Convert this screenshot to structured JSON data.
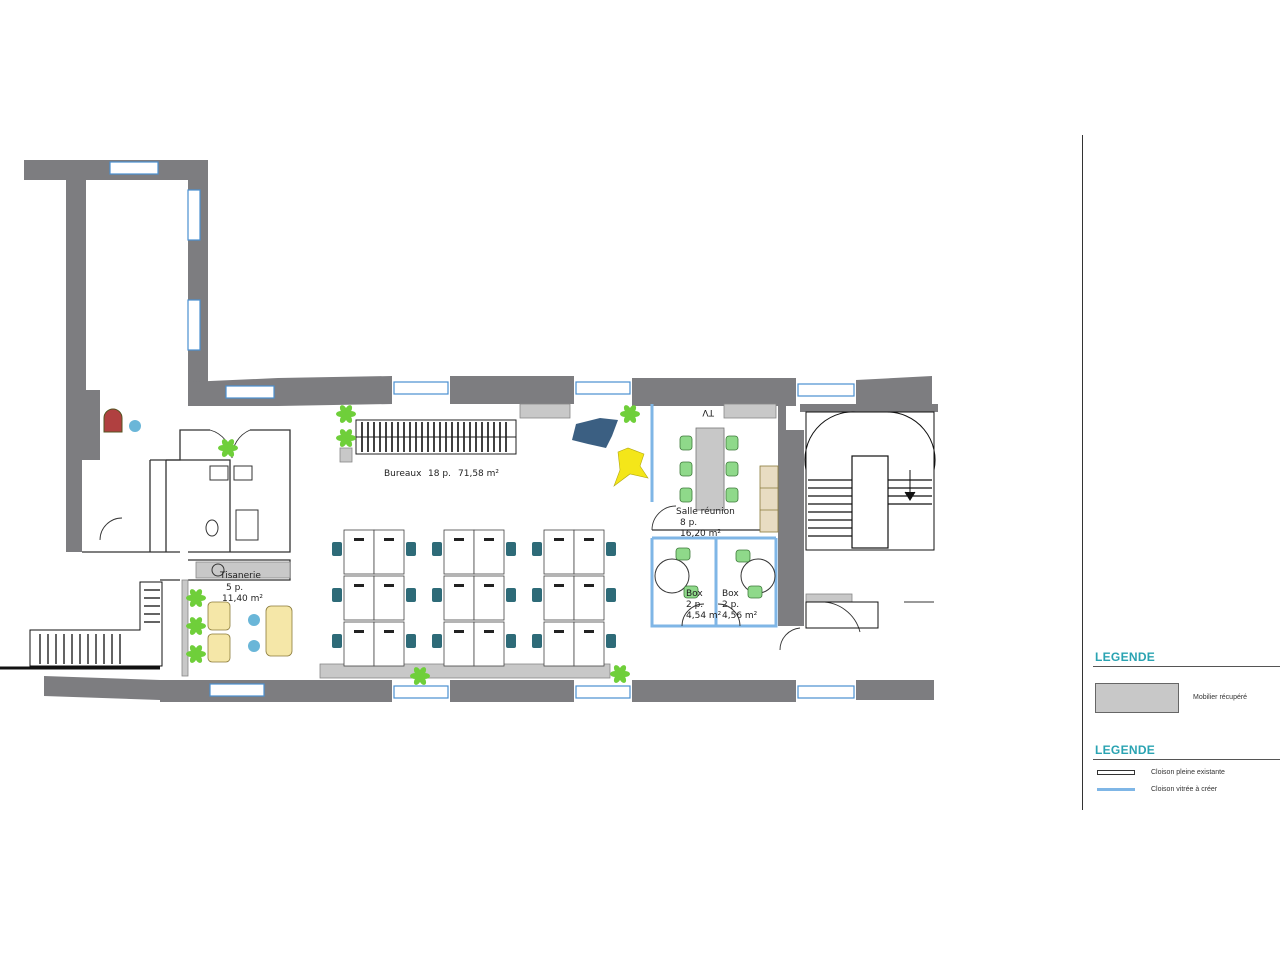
{
  "rooms": {
    "bureaux": {
      "label": "Bureaux",
      "people": "18 p.",
      "area": "71,58 m²"
    },
    "tisanerie": {
      "label": "Tisanerie",
      "people": "5 p.",
      "area": "11,40 m²"
    },
    "salle_reunion": {
      "label": "Salle réunion",
      "people": "8 p.",
      "area": "16,20 m²"
    },
    "box1": {
      "label": "Box",
      "people": "2 p.",
      "area": "4,54 m²"
    },
    "box2": {
      "label": "Box",
      "people": "2 p.",
      "area": "4,56 m²"
    },
    "tv": {
      "label": "TV"
    }
  },
  "legend": {
    "title1": "LEGENDE",
    "item_furniture": "Mobilier récupéré",
    "title2": "LEGENDE",
    "item_wall": "Cloison pleine existante",
    "item_glass": "Cloison vitrée à créer"
  },
  "colors": {
    "wall": "#7d7d80",
    "glass_partition": "#7fb6e6",
    "chair": "#2e6b78",
    "plant": "#6fcf3a",
    "pouf_yellow": "#f4e619",
    "pouf_blue": "#3b5f82",
    "meeting_chair": "#8fd98a",
    "legend_accent": "#2aa3b2",
    "reused_furniture": "#c8c8c8"
  }
}
